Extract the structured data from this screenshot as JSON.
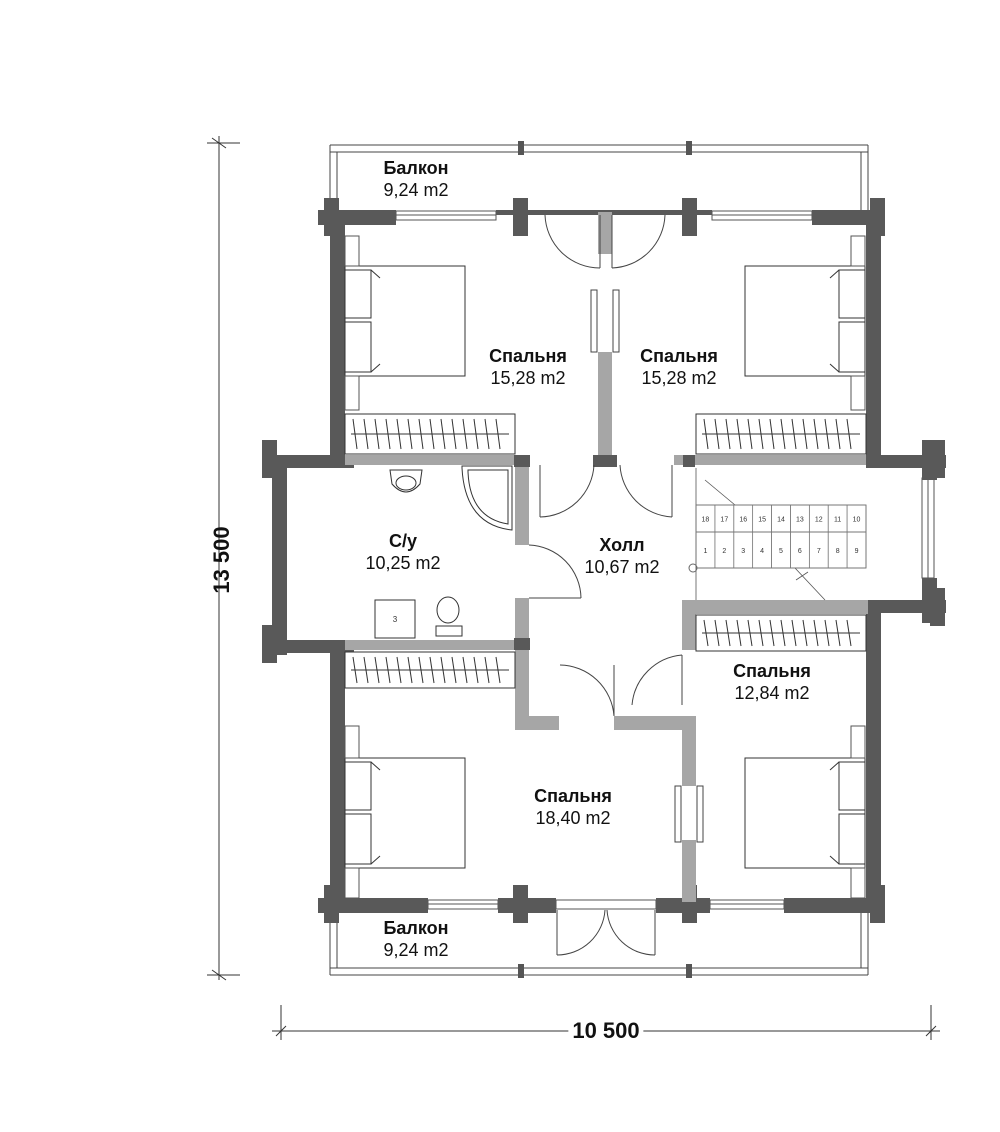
{
  "rooms": {
    "balcony_top": {
      "name": "Балкон",
      "area": "9,24 m2"
    },
    "bedroom_nw": {
      "name": "Спальня",
      "area": "15,28 m2"
    },
    "bedroom_ne": {
      "name": "Спальня",
      "area": "15,28 m2"
    },
    "bathroom": {
      "name": "С/у",
      "area": "10,25 m2"
    },
    "hall": {
      "name": "Холл",
      "area": "10,67 m2"
    },
    "bedroom_e": {
      "name": "Спальня",
      "area": "12,84 m2"
    },
    "bedroom_s": {
      "name": "Спальня",
      "area": "18,40 m2"
    },
    "balcony_bottom": {
      "name": "Балкон",
      "area": "9,24 m2"
    }
  },
  "dimensions": {
    "height": "13  500",
    "width": "10  500"
  },
  "stairs": {
    "upper_steps": [
      "18",
      "17",
      "16",
      "15",
      "14",
      "13",
      "12",
      "11",
      "10"
    ],
    "lower_steps": [
      "1",
      "2",
      "3",
      "4",
      "5",
      "6",
      "7",
      "8",
      "9"
    ]
  },
  "fixture_label": "3",
  "colors": {
    "wall": "#595959",
    "partition": "#a6a6a6",
    "line": "#333333"
  }
}
